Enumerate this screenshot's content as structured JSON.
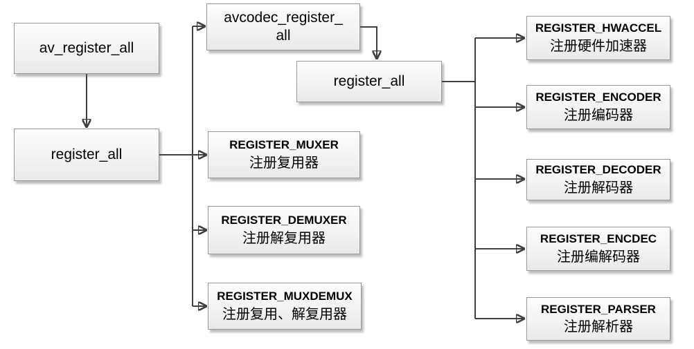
{
  "diagram": {
    "type": "flowchart",
    "nodes": {
      "av_register_all": {
        "label": "av_register_all"
      },
      "register_all_left": {
        "label": "register_all"
      },
      "avcodec_register_all": {
        "label": "avcodec_register_all"
      },
      "register_all_codec": {
        "label": "register_all"
      },
      "register_muxer": {
        "label": "REGISTER_MUXER",
        "sublabel": "注册复用器"
      },
      "register_demuxer": {
        "label": "REGISTER_DEMUXER",
        "sublabel": "注册解复用器"
      },
      "register_muxdemux": {
        "label": "REGISTER_MUXDEMUX",
        "sublabel": "注册复用、解复用器"
      },
      "register_hwaccel": {
        "label": "REGISTER_HWACCEL",
        "sublabel": "注册硬件加速器"
      },
      "register_encoder": {
        "label": "REGISTER_ENCODER",
        "sublabel": "注册编码器"
      },
      "register_decoder": {
        "label": "REGISTER_DECODER",
        "sublabel": "注册解码器"
      },
      "register_encdec": {
        "label": "REGISTER_ENCDEC",
        "sublabel": "注册编解码器"
      },
      "register_parser": {
        "label": "REGISTER_PARSER",
        "sublabel": "注册解析器"
      }
    },
    "edges": [
      {
        "from": "av_register_all",
        "to": "register_all_left"
      },
      {
        "from": "register_all_left",
        "to": "avcodec_register_all"
      },
      {
        "from": "register_all_left",
        "to": "register_muxer"
      },
      {
        "from": "register_all_left",
        "to": "register_demuxer"
      },
      {
        "from": "register_all_left",
        "to": "register_muxdemux"
      },
      {
        "from": "avcodec_register_all",
        "to": "register_all_codec"
      },
      {
        "from": "register_all_codec",
        "to": "register_hwaccel"
      },
      {
        "from": "register_all_codec",
        "to": "register_encoder"
      },
      {
        "from": "register_all_codec",
        "to": "register_decoder"
      },
      {
        "from": "register_all_codec",
        "to": "register_encdec"
      },
      {
        "from": "register_all_codec",
        "to": "register_parser"
      }
    ],
    "colors": {
      "connector": "#3f3f3f",
      "box_border": "#999999",
      "box_fill_top": "#fdfdfd",
      "box_fill_bottom": "#e9e9e9",
      "text": "#000000",
      "background": "#ffffff"
    }
  }
}
